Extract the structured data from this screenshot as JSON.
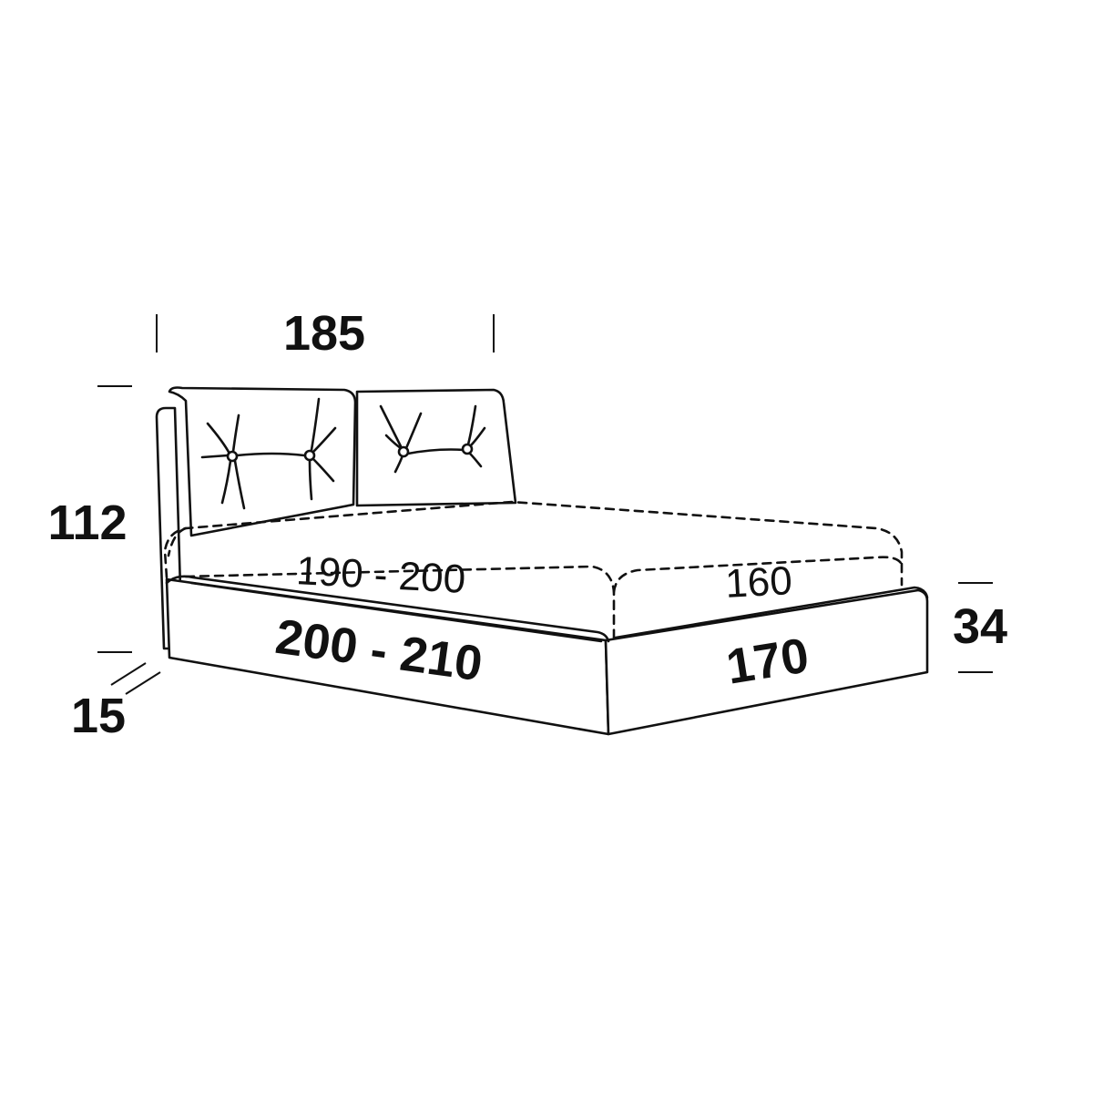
{
  "dimensions": {
    "headboard_width": "185",
    "total_height": "112",
    "headboard_depth": "15",
    "base_height": "34",
    "frame_length": "200 - 210",
    "frame_width": "170",
    "mattress_length": "190 - 200",
    "mattress_width": "160"
  },
  "colors": {
    "line": "#111111",
    "background": "#ffffff"
  }
}
